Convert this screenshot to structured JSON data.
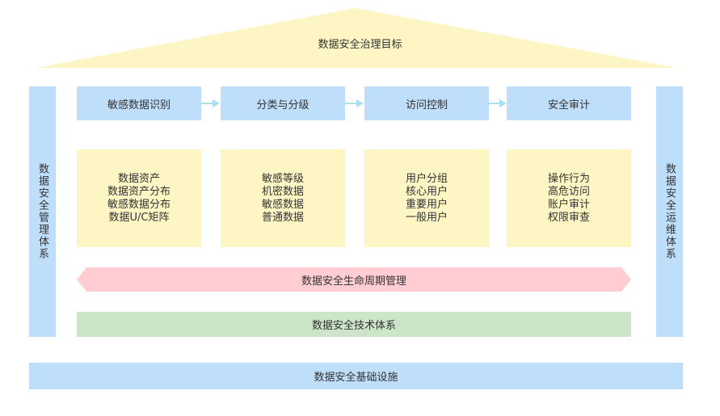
{
  "goal": {
    "label": "数据安全治理目标"
  },
  "left_pillar": {
    "label": "数据安全管理体系"
  },
  "right_pillar": {
    "label": "数据安全运维体系"
  },
  "steps": [
    {
      "label": "敏感数据识别"
    },
    {
      "label": "分类与分级"
    },
    {
      "label": "访问控制"
    },
    {
      "label": "安全审计"
    }
  ],
  "details": [
    {
      "lines": [
        "数据资产",
        "数据资产分布",
        "敏感数据分布",
        "数据U/C矩阵"
      ]
    },
    {
      "lines": [
        "敏感等级",
        "机密数据",
        "敏感数据",
        "普通数据"
      ]
    },
    {
      "lines": [
        "用户分组",
        "核心用户",
        "重要用户",
        "一般用户"
      ]
    },
    {
      "lines": [
        "操作行为",
        "高危访问",
        "账户审计",
        "权限审查"
      ]
    }
  ],
  "lifecycle": {
    "label": "数据安全生命周期管理"
  },
  "tech": {
    "label": "数据安全技术体系"
  },
  "infrastructure": {
    "label": "数据安全基础设施"
  },
  "colors": {
    "blue": "#bfdefa",
    "yellow": "#fdf6c4",
    "pink": "#ffcdd2",
    "green": "#cce5c9",
    "arrow": "#a8e0ee"
  }
}
